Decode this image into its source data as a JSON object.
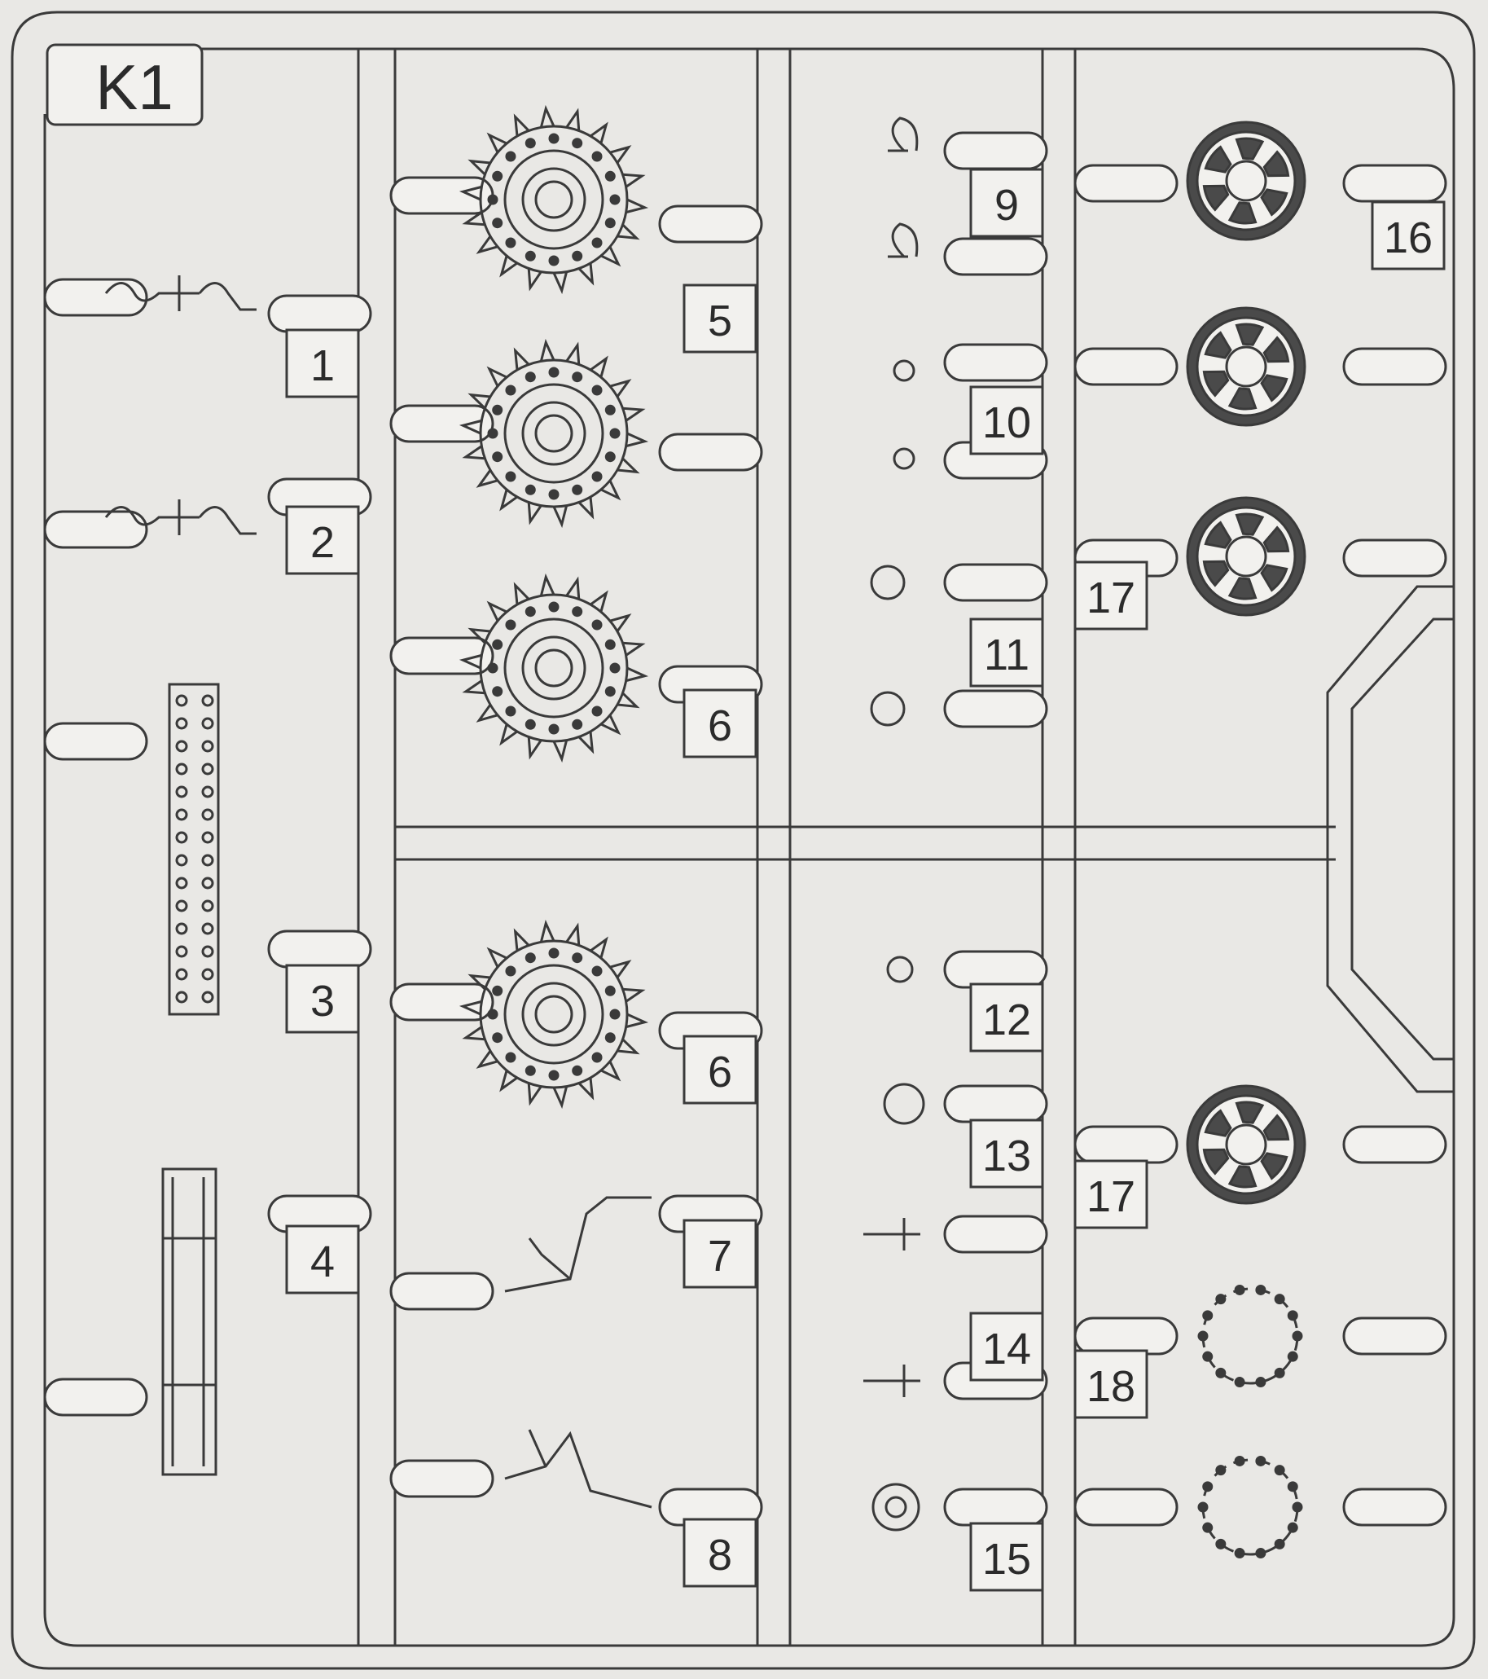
{
  "sprue": {
    "name": "K1",
    "colors": {
      "paper": "#e9e8e5",
      "ink": "#3a3a3a",
      "frame": "#f2f1ee",
      "wheel_fill": "#4a4a4a"
    }
  },
  "labels": [
    "1",
    "2",
    "3",
    "4",
    "5",
    "6",
    "6",
    "7",
    "8",
    "9",
    "10",
    "11",
    "12",
    "13",
    "14",
    "15",
    "16",
    "17",
    "17",
    "18"
  ],
  "parts": [
    {
      "number": "1",
      "type": "hook-chain"
    },
    {
      "number": "2",
      "type": "hook-chain"
    },
    {
      "number": "3",
      "type": "bar"
    },
    {
      "number": "4",
      "type": "bracket-bar"
    },
    {
      "number": "5",
      "type": "sprocket"
    },
    {
      "number": "6",
      "type": "sprocket"
    },
    {
      "number": "7",
      "type": "bent-rod"
    },
    {
      "number": "8",
      "type": "bent-rod"
    },
    {
      "number": "9",
      "type": "shackle"
    },
    {
      "number": "10",
      "type": "eye-bolt"
    },
    {
      "number": "11",
      "type": "clamp"
    },
    {
      "number": "12",
      "type": "loop"
    },
    {
      "number": "13",
      "type": "ring"
    },
    {
      "number": "14",
      "type": "pin"
    },
    {
      "number": "15",
      "type": "hub-cap"
    },
    {
      "number": "16",
      "type": "road-wheel"
    },
    {
      "number": "17",
      "type": "road-wheel"
    },
    {
      "number": "18",
      "type": "wheel-rim"
    }
  ]
}
